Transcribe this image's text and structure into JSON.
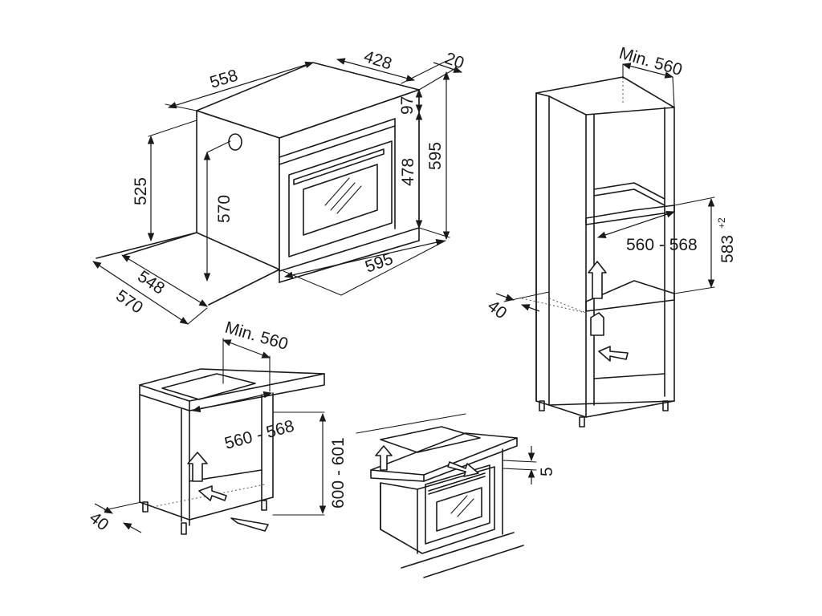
{
  "oven": {
    "width_top": "558",
    "depth_top": "428",
    "front_offset": "20",
    "panel_height": "97",
    "height_outer": "595",
    "door_height": "478",
    "side_height": "525",
    "inner_height": "570",
    "width_front": "595",
    "depth_bottom": "548",
    "depth_total": "570"
  },
  "column_unit": {
    "min_width": "Min. 560",
    "niche_width": "560 - 568",
    "niche_height": "583",
    "niche_height_tolerance": "+2",
    "gap": "40"
  },
  "under_counter": {
    "min_width": "Min. 560",
    "niche_width": "560 - 568",
    "niche_height": "600 - 601",
    "gap": "40"
  },
  "countertop_detail": {
    "gap": "5"
  }
}
